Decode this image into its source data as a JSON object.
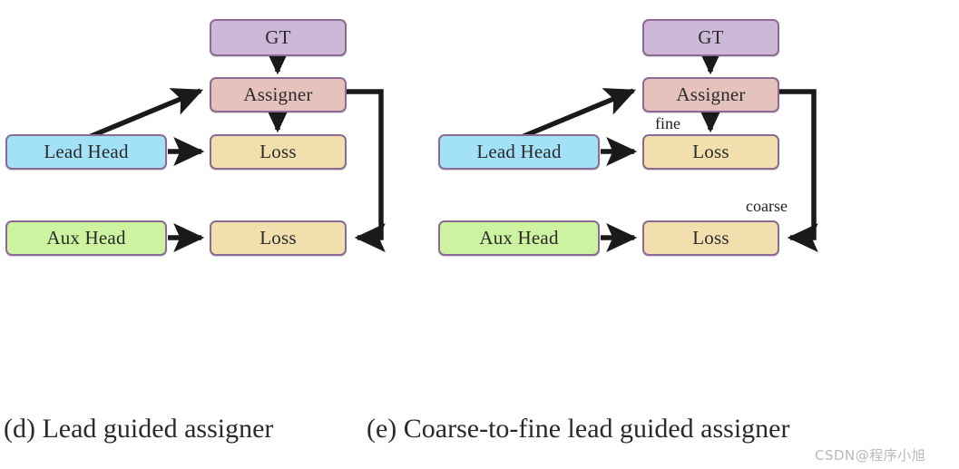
{
  "figure": {
    "background": "#ffffff",
    "palette": {
      "gt": "#cdb8d8",
      "assigner": "#e5c2bb",
      "lead_head": "#a3e1f7",
      "aux_head": "#cdf2a0",
      "loss": "#f1e0ae",
      "box_border": "#8b6b94",
      "arrow": "#1a1a1a",
      "text": "#2b2b2b"
    }
  },
  "panel_d": {
    "caption": "(d) Lead guided assigner",
    "nodes": {
      "gt": "GT",
      "assigner": "Assigner",
      "lead_head": "Lead Head",
      "aux_head": "Aux Head",
      "loss_lead": "Loss",
      "loss_aux": "Loss"
    },
    "edge_labels": []
  },
  "panel_e": {
    "caption": "(e) Coarse-to-fine lead guided assigner",
    "nodes": {
      "gt": "GT",
      "assigner": "Assigner",
      "lead_head": "Lead Head",
      "aux_head": "Aux Head",
      "loss_lead": "Loss",
      "loss_aux": "Loss"
    },
    "edge_labels": {
      "fine": "fine",
      "coarse": "coarse"
    }
  },
  "watermark": {
    "text": "CSDN@程序小旭"
  }
}
